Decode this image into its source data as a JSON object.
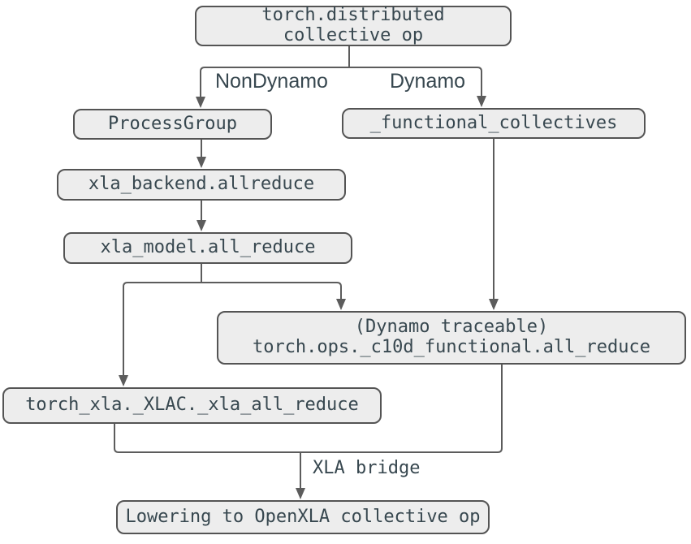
{
  "diagram": {
    "nodes": {
      "top": {
        "lines": [
          "torch.distributed",
          "collective op"
        ]
      },
      "process_group": {
        "label": "ProcessGroup"
      },
      "functional_collectives": {
        "label": "_functional_collectives"
      },
      "xla_backend": {
        "label": "xla_backend.allreduce"
      },
      "xla_model": {
        "label": "xla_model.all_reduce"
      },
      "dynamo_traceable": {
        "lines": [
          "(Dynamo traceable)",
          "torch.ops._c10d_functional.all_reduce"
        ]
      },
      "torch_xla": {
        "label": "torch_xla._XLAC._xla_all_reduce"
      },
      "lowering": {
        "label": "Lowering to OpenXLA collective op"
      }
    },
    "edge_labels": {
      "non_dynamo": "NonDynamo",
      "dynamo": "Dynamo",
      "xla_bridge": "XLA bridge"
    },
    "connections": [
      {
        "from": "torch.distributed collective op",
        "to": "ProcessGroup",
        "label": "NonDynamo"
      },
      {
        "from": "torch.distributed collective op",
        "to": "_functional_collectives",
        "label": "Dynamo"
      },
      {
        "from": "ProcessGroup",
        "to": "xla_backend.allreduce",
        "label": ""
      },
      {
        "from": "xla_backend.allreduce",
        "to": "xla_model.all_reduce",
        "label": ""
      },
      {
        "from": "xla_model.all_reduce",
        "to": "torch_xla._XLAC._xla_all_reduce",
        "label": ""
      },
      {
        "from": "xla_model.all_reduce",
        "to": "torch.ops._c10d_functional.all_reduce",
        "label": ""
      },
      {
        "from": "_functional_collectives",
        "to": "torch.ops._c10d_functional.all_reduce",
        "label": ""
      },
      {
        "from": "torch.ops._c10d_functional.all_reduce",
        "to": "Lowering to OpenXLA collective op",
        "label": "XLA bridge"
      },
      {
        "from": "torch_xla._XLAC._xla_all_reduce",
        "to": "Lowering to OpenXLA collective op",
        "label": "XLA bridge"
      }
    ],
    "colors": {
      "node_fill": "#ededed",
      "node_border": "#545454",
      "text": "#37474f",
      "edge": "#5c5c5c",
      "background": "#ffffff"
    }
  }
}
